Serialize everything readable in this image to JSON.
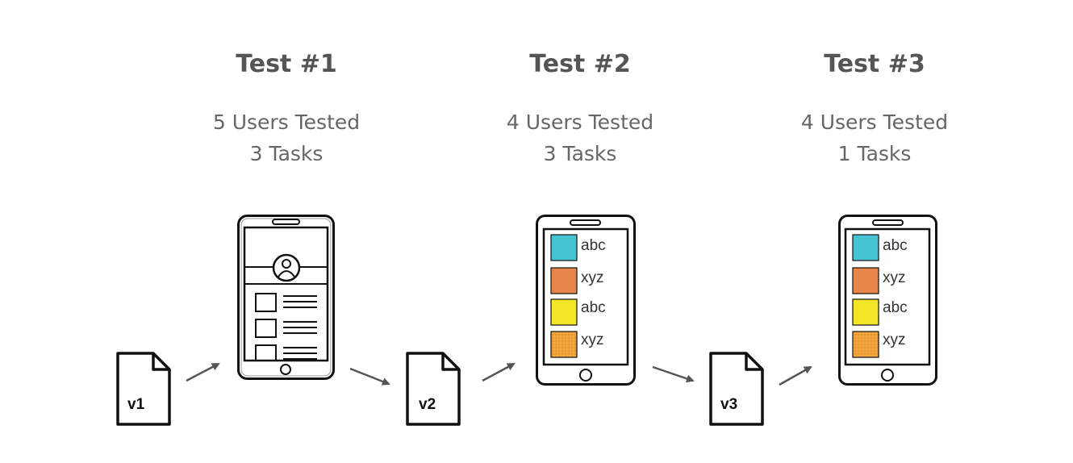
{
  "tests": [
    {
      "title": "Test #1",
      "users": "5 Users Tested",
      "tasks": "3 Tasks"
    },
    {
      "title": "Test #2",
      "users": "4 Users Tested",
      "tasks": "3 Tasks"
    },
    {
      "title": "Test #3",
      "users": "4 Users Tested",
      "tasks": "1 Tasks"
    }
  ],
  "versions": [
    "v1",
    "v2",
    "v3"
  ],
  "list_items": [
    {
      "label": "abc",
      "color": "#45c3d2"
    },
    {
      "label": "xyz",
      "color": "#e8854a"
    },
    {
      "label": "abc",
      "color": "#f3e628"
    },
    {
      "label": "xyz",
      "color": "#f0a23a"
    }
  ],
  "icons": {
    "document": "document-icon",
    "phone": "phone-icon",
    "arrow": "arrow-icon",
    "profile": "profile-icon"
  }
}
